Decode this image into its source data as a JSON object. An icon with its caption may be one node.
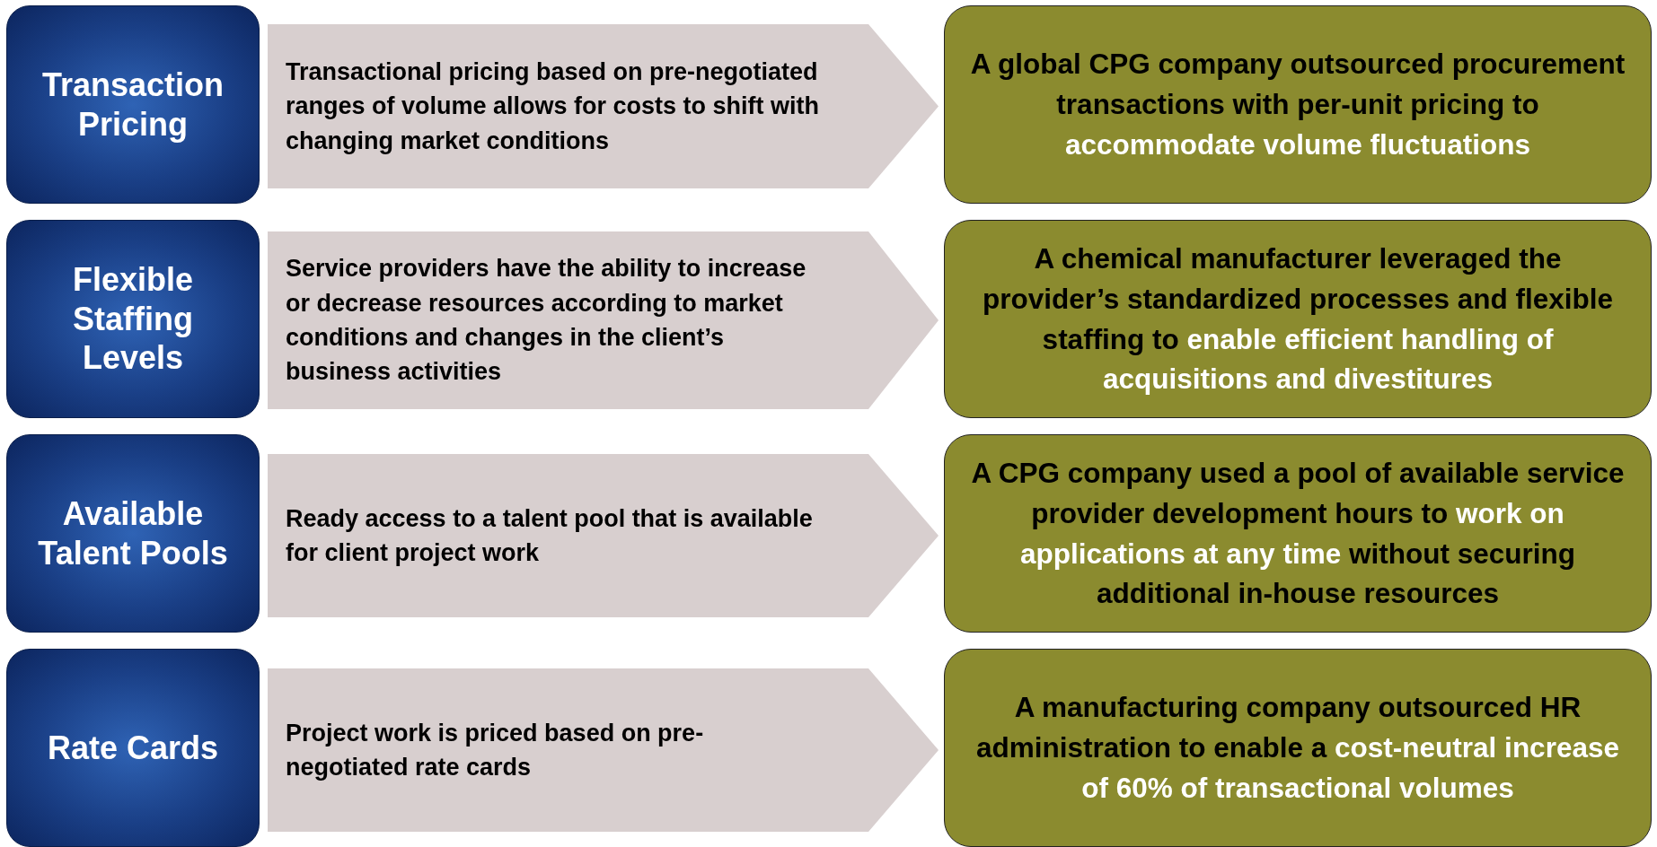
{
  "diagram": {
    "nodes": [
      {
        "text": [
          "Transaction Pricing"
        ]
      },
      {
        "text": [
          "Transactional pricing based on pre-negotiated ranges of volume allows for costs to shift with changing market conditions"
        ]
      },
      {
        "text": [
          "A global CPG company outsourced procurement transactions with per-unit pricing to *accommodate volume fluctuations*"
        ]
      },
      {
        "text": [
          "Flexible Staffing Levels"
        ]
      },
      {
        "text": [
          "Service providers have the ability to increase or decrease resources according to market conditions and changes in the client’s business activities"
        ]
      },
      {
        "text": [
          "A chemical manufacturer leveraged the provider’s standardized processes and flexible staffing to *enable efficient handling of acquisitions and divestitures*"
        ]
      },
      {
        "text": [
          "Available Talent Pools"
        ]
      },
      {
        "text": [
          "Ready access to a talent pool that is available for client project work"
        ]
      },
      {
        "text": [
          "A CPG company used a pool of available service provider development hours to *work on applications at any time* without securing additional in-house resources"
        ]
      },
      {
        "text": [
          "Rate Cards"
        ]
      },
      {
        "text": [
          "Project work is priced based on pre-negotiated rate cards"
        ]
      },
      {
        "text": [
          "A manufacturing company outsourced HR administration to enable a *cost-neutral increase of 60% of transactional volumes*"
        ]
      }
    ],
    "edges": [
      {
        "from": 1,
        "to": 2,
        "arrow": "to"
      },
      {
        "from": 4,
        "to": 5,
        "arrow": "to"
      },
      {
        "from": 7,
        "to": 8,
        "arrow": "to"
      },
      {
        "from": 10,
        "to": 11,
        "arrow": "to"
      }
    ]
  }
}
